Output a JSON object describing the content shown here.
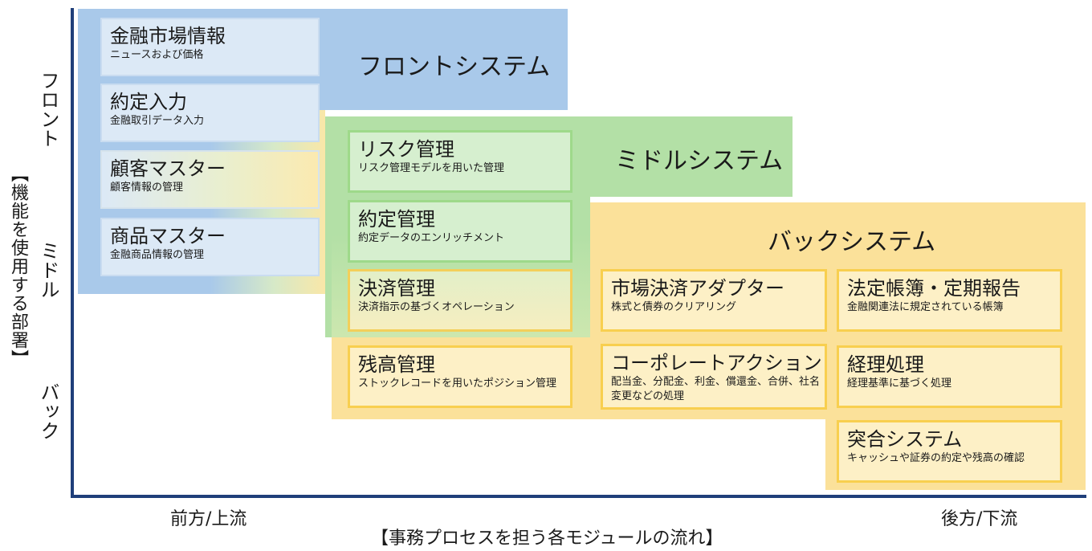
{
  "axes": {
    "y_label": "【機能を使用する部署】",
    "y_ticks": [
      "フロント",
      "ミドル",
      "バック"
    ],
    "x_ticks": [
      "前方/上流",
      "後方/下流"
    ],
    "x_label": "【事務プロセスを担う各モジュールの流れ】"
  },
  "systems": {
    "front": {
      "title": "フロントシステム",
      "color": "#a9c9ea"
    },
    "middle": {
      "title": "ミドルシステム",
      "color": "#b3e0a6"
    },
    "back": {
      "title": "バックシステム",
      "color": "#fbe19a"
    }
  },
  "modules": {
    "market_info": {
      "title": "金融市場情報",
      "desc": "ニュースおよび価格"
    },
    "trade_entry": {
      "title": "約定入力",
      "desc": "金融取引データ入力"
    },
    "customer_master": {
      "title": "顧客マスター",
      "desc": "顧客情報の管理"
    },
    "product_master": {
      "title": "商品マスター",
      "desc": "金融商品情報の管理"
    },
    "risk_mgmt": {
      "title": "リスク管理",
      "desc": "リスク管理モデルを用いた管理"
    },
    "trade_mgmt": {
      "title": "約定管理",
      "desc": "約定データのエンリッチメント"
    },
    "settlement_mgmt": {
      "title": "決済管理",
      "desc": "決済指示の基づくオペレーション"
    },
    "balance_mgmt": {
      "title": "残高管理",
      "desc": "ストックレコードを用いたポジション管理"
    },
    "market_adapter": {
      "title": "市場決済アダプター",
      "desc": "株式と債券のクリアリング"
    },
    "corporate_action": {
      "title": "コーポレートアクション",
      "desc": "配当金、分配金、利金、償還金、合併、社名変更などの処理"
    },
    "statutory_books": {
      "title": "法定帳簿・定期報告",
      "desc": "金融関連法に規定されている帳簿"
    },
    "accounting": {
      "title": "経理処理",
      "desc": "経理基準に基づく処理"
    },
    "reconciliation": {
      "title": "突合システム",
      "desc": "キャッシュや証券の約定や残高の確認"
    }
  }
}
